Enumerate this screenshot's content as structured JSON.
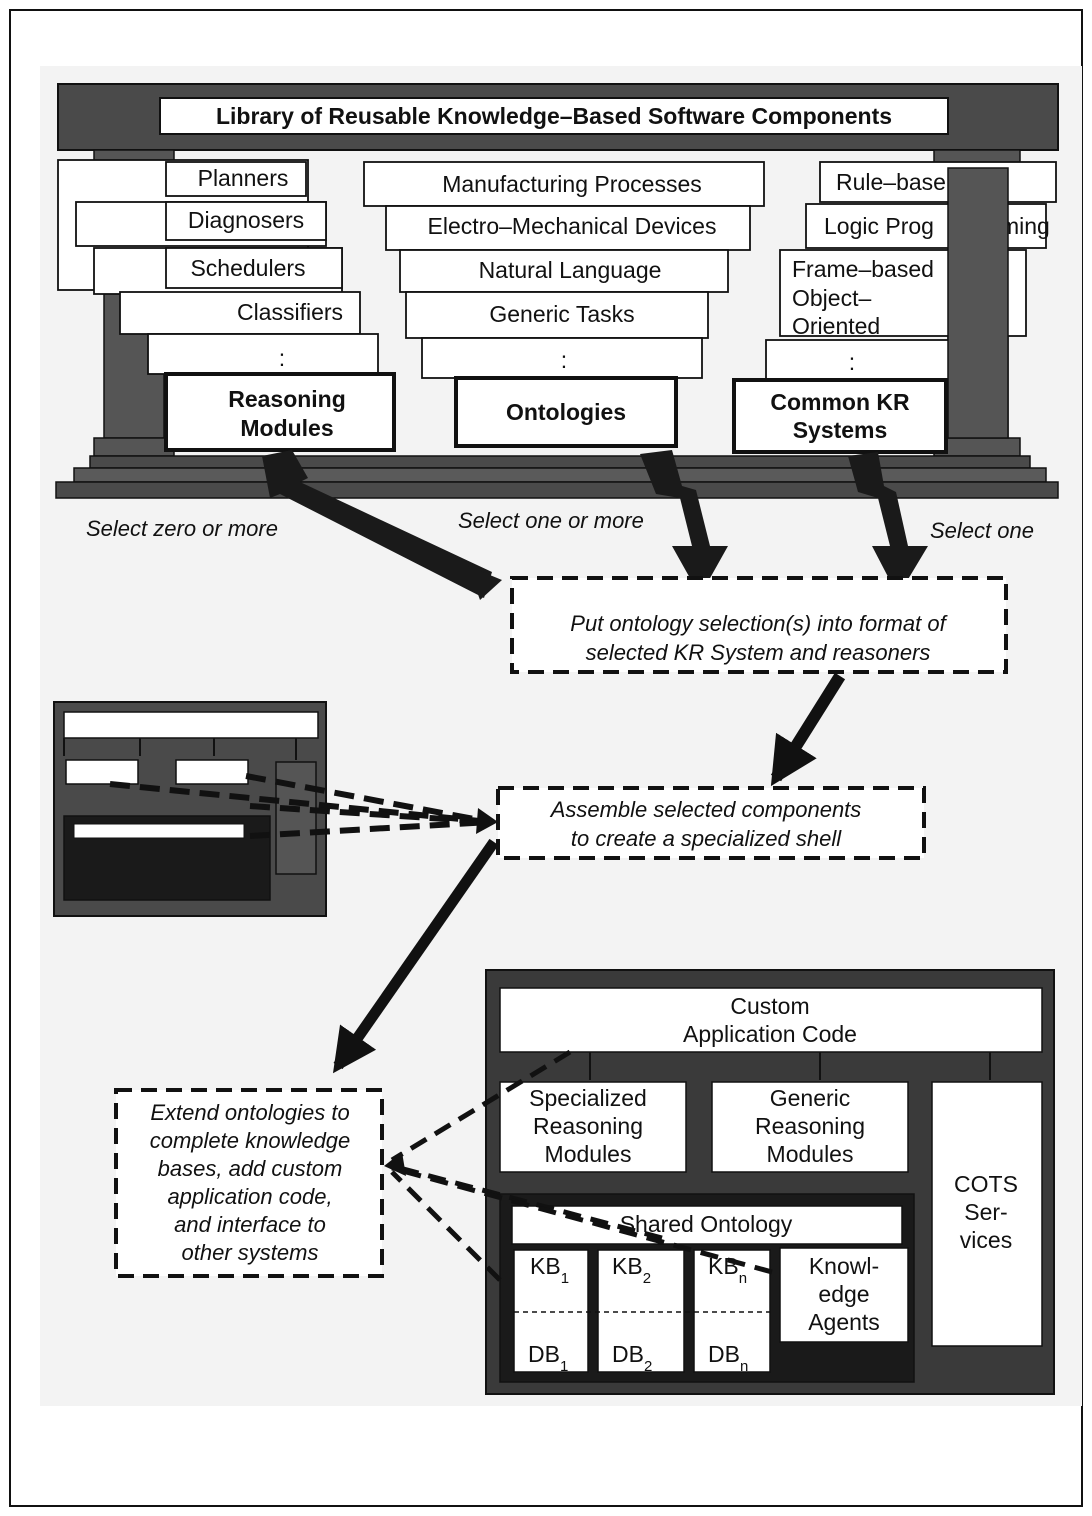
{
  "banner": "Library of Reusable Knowledge–Based Software Components",
  "reasoning": {
    "items": [
      "Planners",
      "Diagnosers",
      "Schedulers",
      "Classifiers"
    ],
    "ellipsis": ":",
    "title_line1": "Reasoning",
    "title_line2": "Modules"
  },
  "ontologies": {
    "items": [
      "Manufacturing Processes",
      "Electro–Mechanical Devices",
      "Natural Language",
      "Generic Tasks"
    ],
    "ellipsis": ":",
    "title": "Ontologies"
  },
  "kr_systems": {
    "items": [
      "Rule–base",
      "Logic Prog",
      "ming",
      "Frame–based",
      "Object–",
      "Oriented"
    ],
    "ellipsis": ":",
    "title_line1": "Common KR",
    "title_line2": "Systems"
  },
  "selections": {
    "zero_or_more": "Select zero or more",
    "one_or_more": "Select one or more",
    "one": "Select one"
  },
  "steps": {
    "put_format": [
      "Put ontology selection(s) into format of",
      "selected KR System and reasoners"
    ],
    "assemble": [
      "Assemble selected components",
      "to create a specialized shell"
    ],
    "extend": [
      "Extend ontologies to",
      "complete knowledge",
      "bases, add custom",
      "application code,",
      "and interface to",
      "other systems"
    ]
  },
  "app": {
    "custom_code": [
      "Custom",
      "Application Code"
    ],
    "specialized": [
      "Specialized",
      "Reasoning",
      "Modules"
    ],
    "generic": [
      "Generic",
      "Reasoning",
      "Modules"
    ],
    "cots": [
      "COTS",
      "Ser-",
      "vices"
    ],
    "shared_ontology": "Shared Ontology",
    "kb": [
      {
        "base": "KB",
        "sub": "1"
      },
      {
        "base": "KB",
        "sub": "2"
      },
      {
        "base": "KB",
        "sub": "n"
      }
    ],
    "db": [
      {
        "base": "DB",
        "sub": "1"
      },
      {
        "base": "DB",
        "sub": "2"
      },
      {
        "base": "DB",
        "sub": "n"
      }
    ],
    "agents": [
      "Knowl-",
      "edge",
      "Agents"
    ]
  },
  "colors": {
    "frame_dark": "#3a3a3a",
    "temple": "#454545",
    "shell_dark": "#222222",
    "paper": "#ffffff",
    "ink": "#111111"
  }
}
